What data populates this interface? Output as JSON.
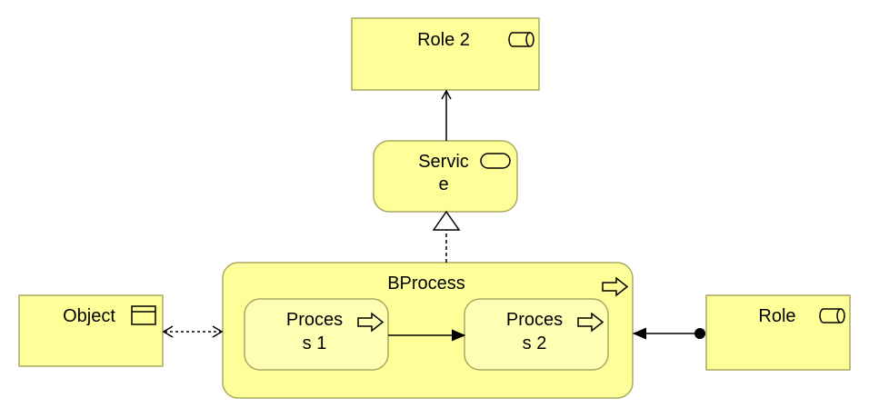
{
  "colors": {
    "element_fill": "#ffff99",
    "element_fill_light": "#ffffb3",
    "element_stroke": "#a8a860",
    "line": "#000000"
  },
  "elements": {
    "role2": {
      "line1": "Role 2",
      "icon": "role-icon"
    },
    "service": {
      "line1": "Servic",
      "line2": "e",
      "icon": "service-icon"
    },
    "bprocess": {
      "line1": "BProcess",
      "icon": "process-arrow-icon"
    },
    "process1": {
      "line1": "Proces",
      "line2": "s 1",
      "icon": "process-arrow-icon"
    },
    "process2": {
      "line1": "Proces",
      "line2": "s 2",
      "icon": "process-arrow-icon"
    },
    "object": {
      "line1": "Object",
      "icon": "business-object-icon"
    },
    "role": {
      "line1": "Role",
      "icon": "role-icon"
    }
  },
  "relationships": [
    {
      "from": "Service",
      "to": "Role 2",
      "type": "serving"
    },
    {
      "from": "BProcess",
      "to": "Service",
      "type": "realization"
    },
    {
      "from": "Object",
      "to": "BProcess",
      "type": "access-bidirectional"
    },
    {
      "from": "Process 1",
      "to": "Process 2",
      "type": "triggering"
    },
    {
      "from": "Role",
      "to": "BProcess",
      "type": "assignment"
    }
  ]
}
